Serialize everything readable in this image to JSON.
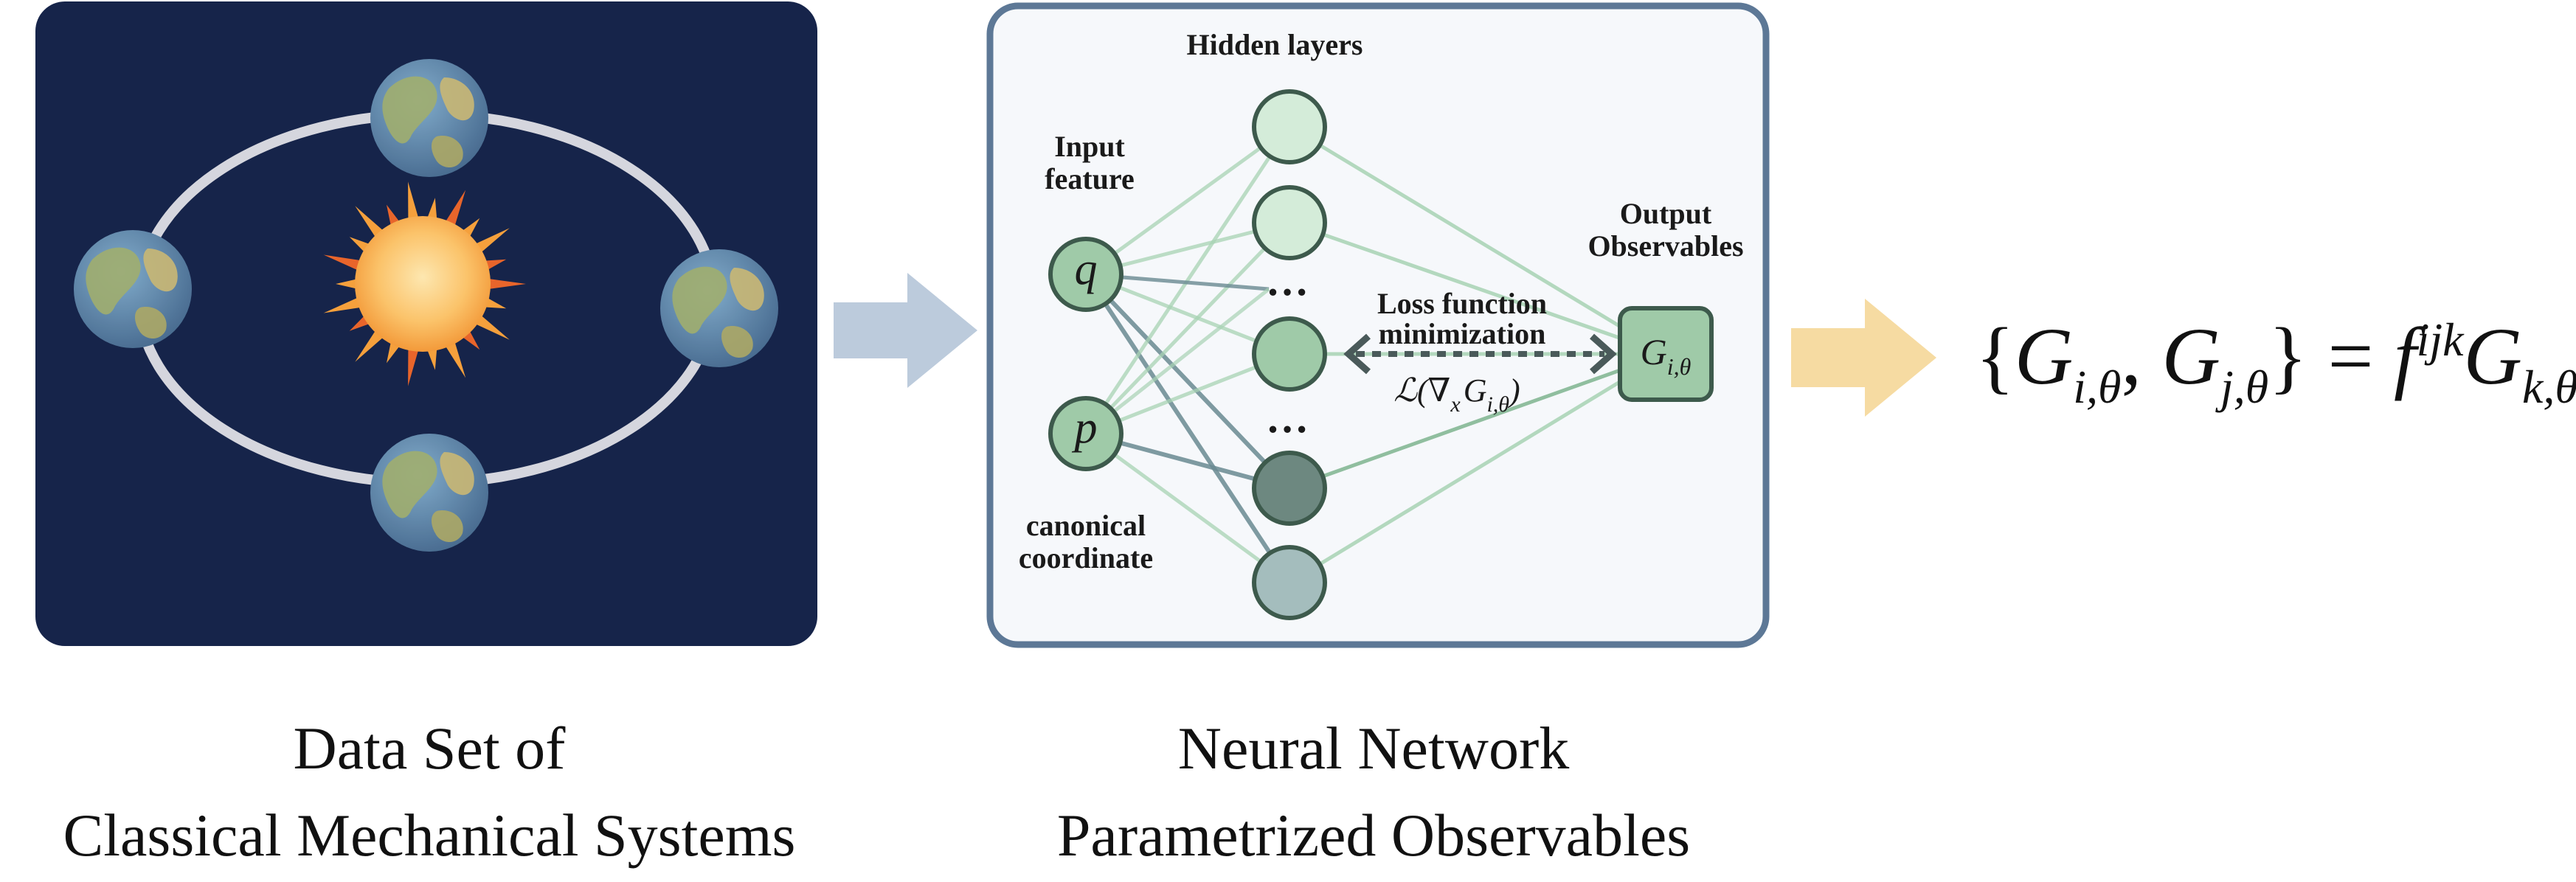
{
  "panel1": {
    "caption_line1": "Data Set of",
    "caption_line2": "Classical Mechanical Systems",
    "scene": "earth orbiting the sun",
    "background_color": "#16244a"
  },
  "panel2": {
    "caption_line1": "Neural Network",
    "caption_line2": "Parametrized Observables",
    "hidden_layers_label": "Hidden layers",
    "input_feature_line1": "Input",
    "input_feature_line2": "feature",
    "canonical_line1": "canonical",
    "canonical_line2": "coordinate",
    "output_line1": "Output",
    "output_line2": "Observables",
    "loss_line1": "Loss function",
    "loss_line2": "minimization",
    "input_nodes": [
      "q",
      "p"
    ],
    "ellipsis": "…",
    "output_node": {
      "base": "G",
      "sub": "i,θ"
    },
    "loss_expr": {
      "prefix": "ℒ(∇",
      "sub_x": "x",
      "mid": "G",
      "sub_g": "i,θ",
      "suffix": ")"
    }
  },
  "arrows": {
    "left_color": "#bccbdc",
    "right_color": "#f6dba2"
  },
  "equation": {
    "open": "{",
    "g1": "G",
    "g1_sub": "i,θ",
    "comma": ", ",
    "g2": "G",
    "g2_sub": "j,θ",
    "close": "}",
    "equals": " = ",
    "f": "f",
    "f_sup": "ijk",
    "g3": "G",
    "g3_sub": "k,θ"
  },
  "colors": {
    "panel_border": "#5d7896",
    "node_fill": "#9fcaa8",
    "node_light": "#d4ecd9",
    "node_dark": "#6d8880",
    "node_grey": "#a4bdbd",
    "line_green": "#a8d3b4",
    "line_dark": "#6a8a92",
    "sun_core": "#fbc36a"
  }
}
